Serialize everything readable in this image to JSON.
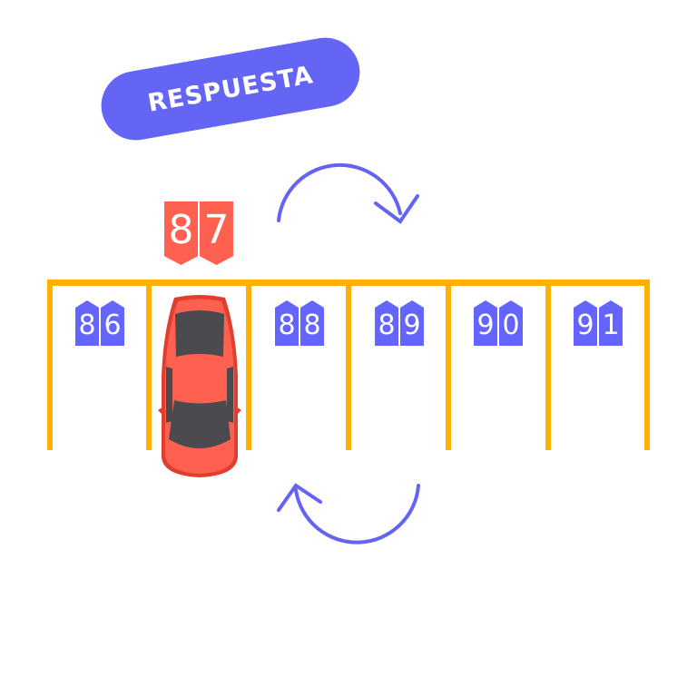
{
  "badge": {
    "label": "RESPUESTA"
  },
  "answer_sign": {
    "digits": [
      "8",
      "7"
    ]
  },
  "spots": [
    {
      "digits": [
        "8",
        "6"
      ],
      "occupied": false
    },
    {
      "digits": [],
      "occupied": true
    },
    {
      "digits": [
        "8",
        "8"
      ],
      "occupied": false
    },
    {
      "digits": [
        "8",
        "9"
      ],
      "occupied": false
    },
    {
      "digits": [
        "9",
        "0"
      ],
      "occupied": false
    },
    {
      "digits": [
        "9",
        "1"
      ],
      "occupied": false
    }
  ],
  "colors": {
    "accent": "#6464FF",
    "line": "#FFB000",
    "car": "#FF6150"
  }
}
